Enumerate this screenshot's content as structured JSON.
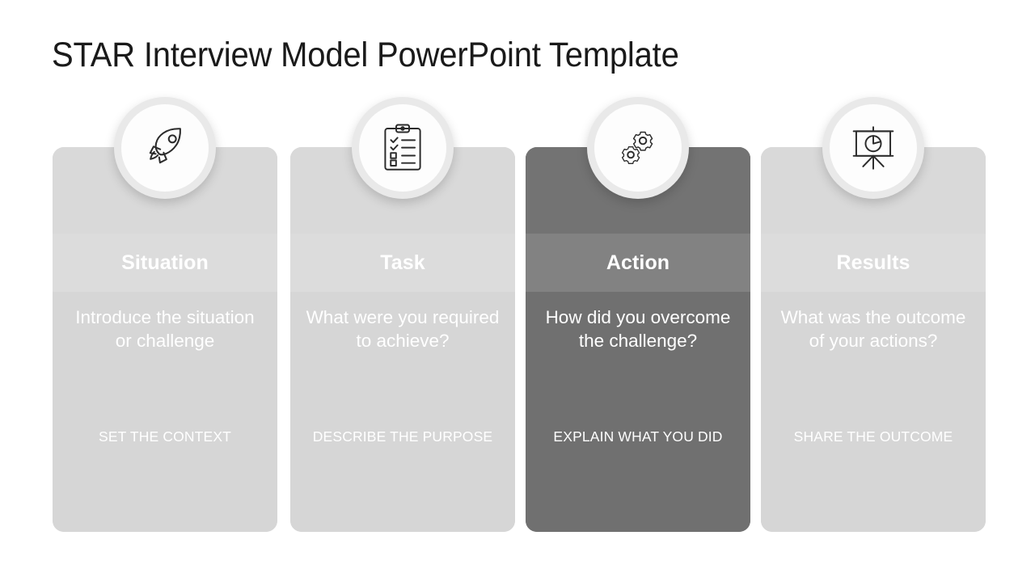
{
  "slide": {
    "title": "STAR Interview Model PowerPoint Template",
    "background_color": "#ffffff",
    "title_color": "#1a1a1a"
  },
  "theme": {
    "card_light_body": "#d6d6d6",
    "card_light_band": "#dcdcdc",
    "card_dark_body": "#707070",
    "card_dark_band": "#828282",
    "circle_ring": "#e9e9e9",
    "circle_fill": "#fdfdfd",
    "card_text": "#ffffff",
    "icon_stroke": "#2b2b2b"
  },
  "cards": [
    {
      "key": "situation",
      "icon": "rocket-icon",
      "title": "Situation",
      "question": "Introduce the situation or challenge",
      "caption": "SET THE CONTEXT",
      "highlighted": false
    },
    {
      "key": "task",
      "icon": "clipboard-checklist-icon",
      "title": "Task",
      "question": "What were you required to achieve?",
      "caption": "DESCRIBE THE PURPOSE",
      "highlighted": false
    },
    {
      "key": "action",
      "icon": "gears-icon",
      "title": "Action",
      "question": "How did you overcome the challenge?",
      "caption": "EXPLAIN WHAT YOU DID",
      "highlighted": true
    },
    {
      "key": "results",
      "icon": "presentation-pie-chart-icon",
      "title": "Results",
      "question": "What was the outcome of your actions?",
      "caption": "SHARE THE OUTCOME",
      "highlighted": false
    }
  ]
}
